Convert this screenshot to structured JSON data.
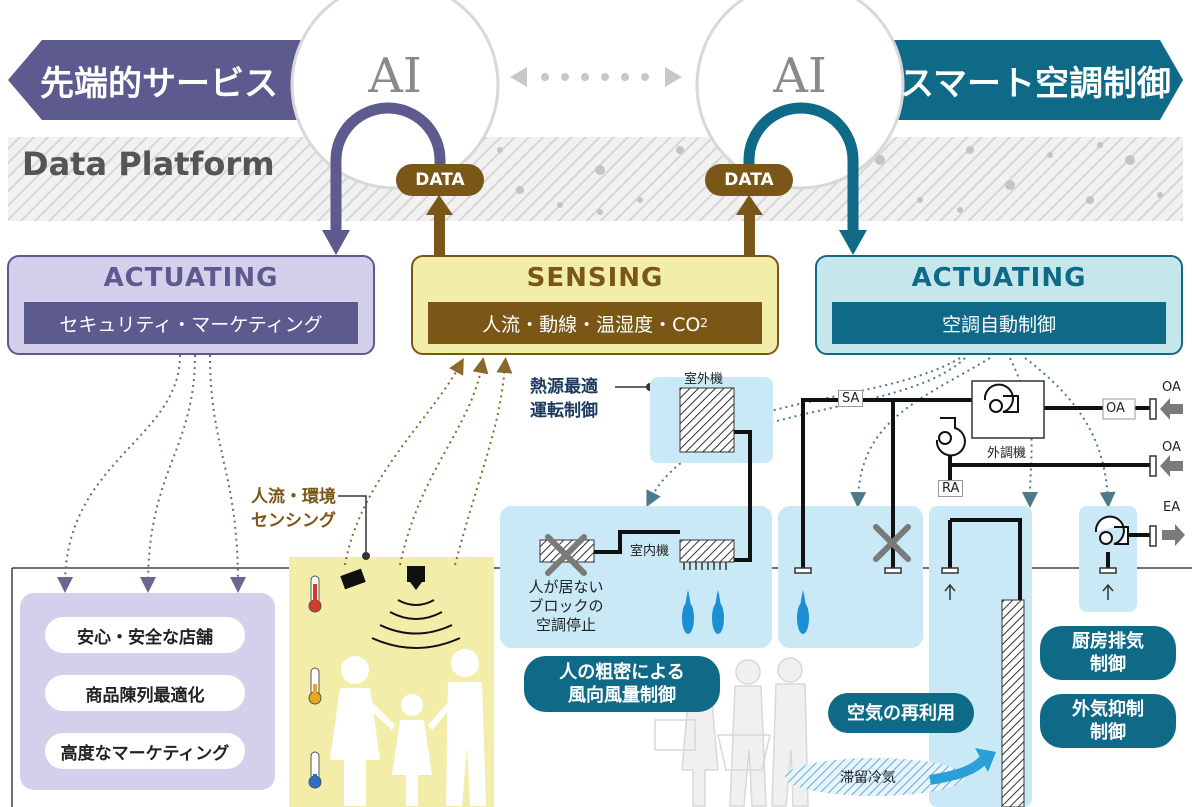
{
  "banners": {
    "left": "先端的サービス",
    "right": "スマート空調制御",
    "ai_left": "AI",
    "ai_right": "AI"
  },
  "platform": {
    "title": "Data Platform"
  },
  "data_labels": [
    "DATA",
    "DATA"
  ],
  "boxes": {
    "left": {
      "title": "ACTUATING",
      "subtitle": "セキュリティ・マーケティング"
    },
    "center": {
      "title": "SENSING",
      "subtitle_main": "人流・動線・温湿度・CO",
      "subtitle_sub": "2"
    },
    "right": {
      "title": "ACTUATING",
      "subtitle": "空調自動制御"
    }
  },
  "services": [
    "安心・安全な店舗",
    "商品陳列最適化",
    "高度なマーケティング"
  ],
  "sensing_label": [
    "人流・環境",
    "センシング"
  ],
  "heat_source_label": [
    "熱源最適",
    "運転制御"
  ],
  "outdoor_unit": "室外機",
  "indoor_unit": "室内機",
  "stop_text": [
    "人が居ない",
    "ブロックの",
    "空調停止"
  ],
  "airflow_control": [
    "人の粗密による",
    "風向風量制御"
  ],
  "reuse_air": "空気の再利用",
  "stagnant_air": "滞留冷気",
  "duct_labels": {
    "sa": "SA",
    "ra": "RA",
    "oa_box": "OA",
    "ext_unit": "外調機"
  },
  "right_labels": {
    "oa1": "OA",
    "oa2": "OA",
    "ea": "EA"
  },
  "kitchen_exhaust": [
    "厨房排気",
    "制御"
  ],
  "outside_air": [
    "外気抑制",
    "制御"
  ],
  "colors": {
    "purple": "#5c5a8e",
    "purple_light": "#d4cfea",
    "gold": "#7a5617",
    "yellow_light": "#f2eeaa",
    "teal": "#0f6a88",
    "teal_light": "#c5e6ea",
    "zone_blue": "#c8e9f5"
  }
}
